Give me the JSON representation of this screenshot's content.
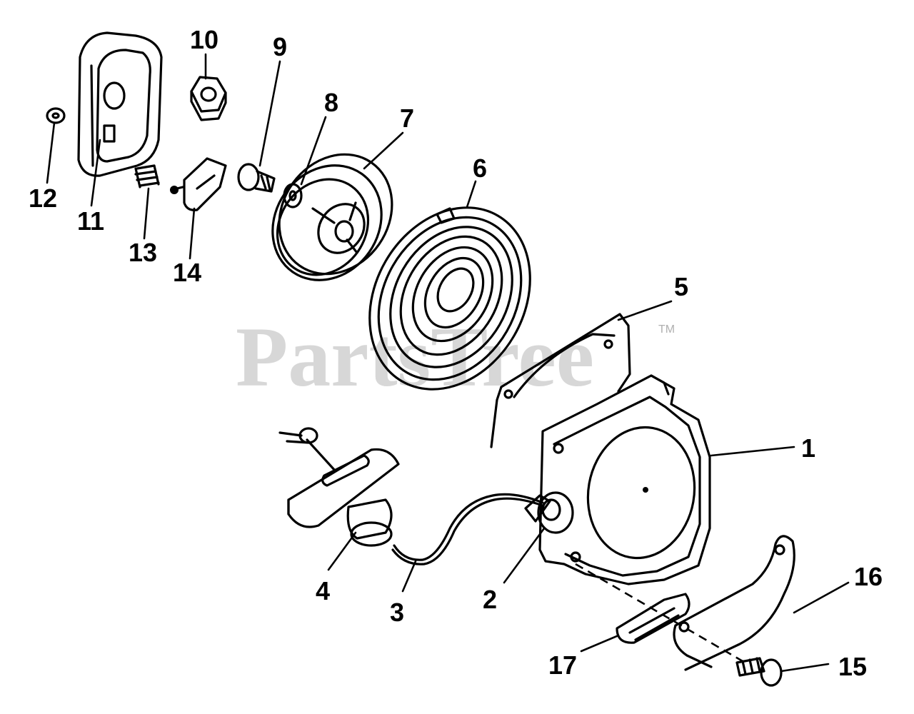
{
  "watermark": {
    "text": "PartsTree",
    "trademark": "TM"
  },
  "callouts": [
    {
      "id": "1",
      "label": "1"
    },
    {
      "id": "2",
      "label": "2"
    },
    {
      "id": "3",
      "label": "3"
    },
    {
      "id": "4",
      "label": "4"
    },
    {
      "id": "5",
      "label": "5"
    },
    {
      "id": "6",
      "label": "6"
    },
    {
      "id": "7",
      "label": "7"
    },
    {
      "id": "8",
      "label": "8"
    },
    {
      "id": "9",
      "label": "9"
    },
    {
      "id": "10",
      "label": "10"
    },
    {
      "id": "11",
      "label": "11"
    },
    {
      "id": "12",
      "label": "12"
    },
    {
      "id": "13",
      "label": "13"
    },
    {
      "id": "14",
      "label": "14"
    },
    {
      "id": "15",
      "label": "15"
    },
    {
      "id": "16",
      "label": "16"
    },
    {
      "id": "17",
      "label": "17"
    }
  ]
}
